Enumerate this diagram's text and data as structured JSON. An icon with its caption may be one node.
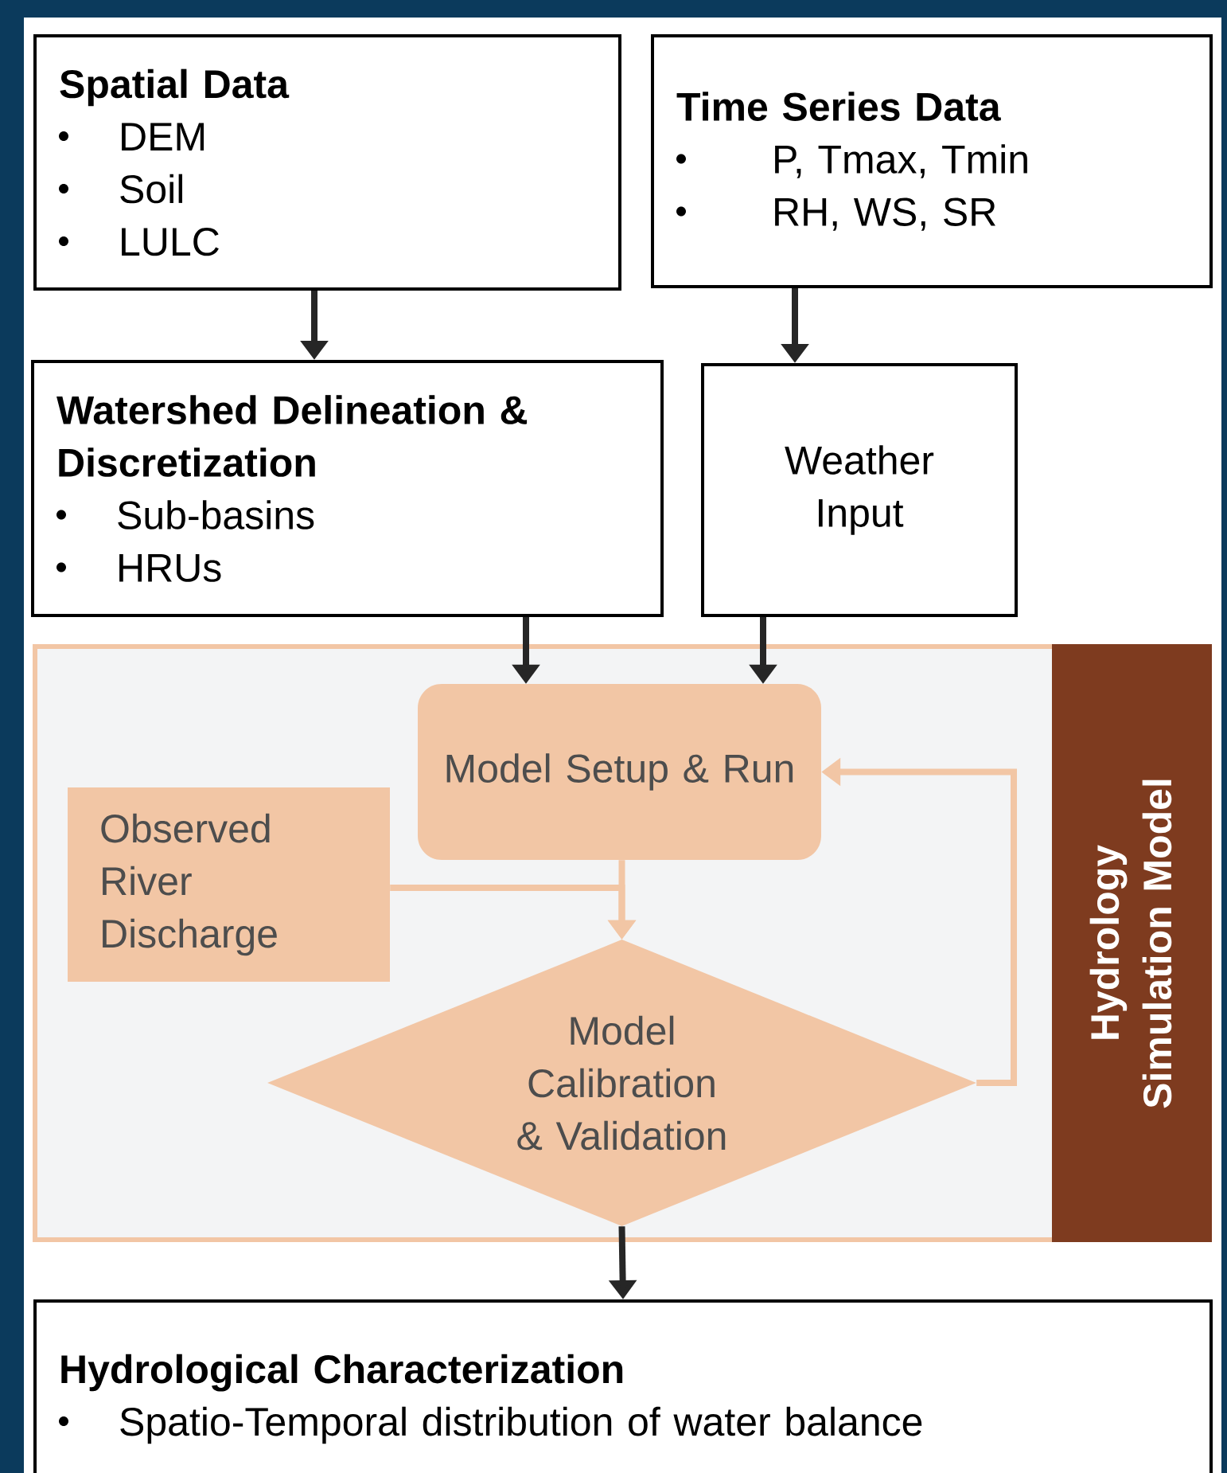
{
  "diagram": {
    "nodes": [
      {
        "text": [
          "Spatial Data",
          "DEM",
          "Soil",
          "LULC"
        ]
      },
      {
        "text": [
          "Time Series Data",
          "P, Tmax, Tmin",
          "RH, WS, SR"
        ]
      },
      {
        "text": [
          "Watershed Delineation & Discretization",
          "Sub-basins",
          "HRUs"
        ]
      },
      {
        "text": [
          "Weather Input"
        ]
      },
      {
        "text": [
          "Hydrology Simulation Model"
        ]
      },
      {
        "text": [
          "Model Setup & Run"
        ],
        "in": 4
      },
      {
        "text": [
          "Observed River Discharge"
        ],
        "in": 4
      },
      {
        "text": [
          "Model Calibration & Validation"
        ],
        "in": 4
      },
      {
        "text": [
          "Hydrological Characterization",
          "Spatio-Temporal distribution of water balance"
        ]
      }
    ],
    "edges": [
      {
        "from": 0,
        "to": 2,
        "arrow": "to"
      },
      {
        "from": 1,
        "to": 3,
        "arrow": "to"
      },
      {
        "from": 2,
        "to": 5,
        "arrow": "to"
      },
      {
        "from": 3,
        "to": 5,
        "arrow": "to"
      },
      {
        "from": 5,
        "to": 7,
        "arrow": "to",
        "color": "#f2c6a5"
      },
      {
        "from": 6,
        "to": 7,
        "arrow": "to",
        "color": "#f2c6a5"
      },
      {
        "from": 7,
        "to": 5,
        "arrow": "to",
        "color": "#f2c6a5"
      },
      {
        "from": 7,
        "to": 8,
        "arrow": "to"
      }
    ]
  }
}
